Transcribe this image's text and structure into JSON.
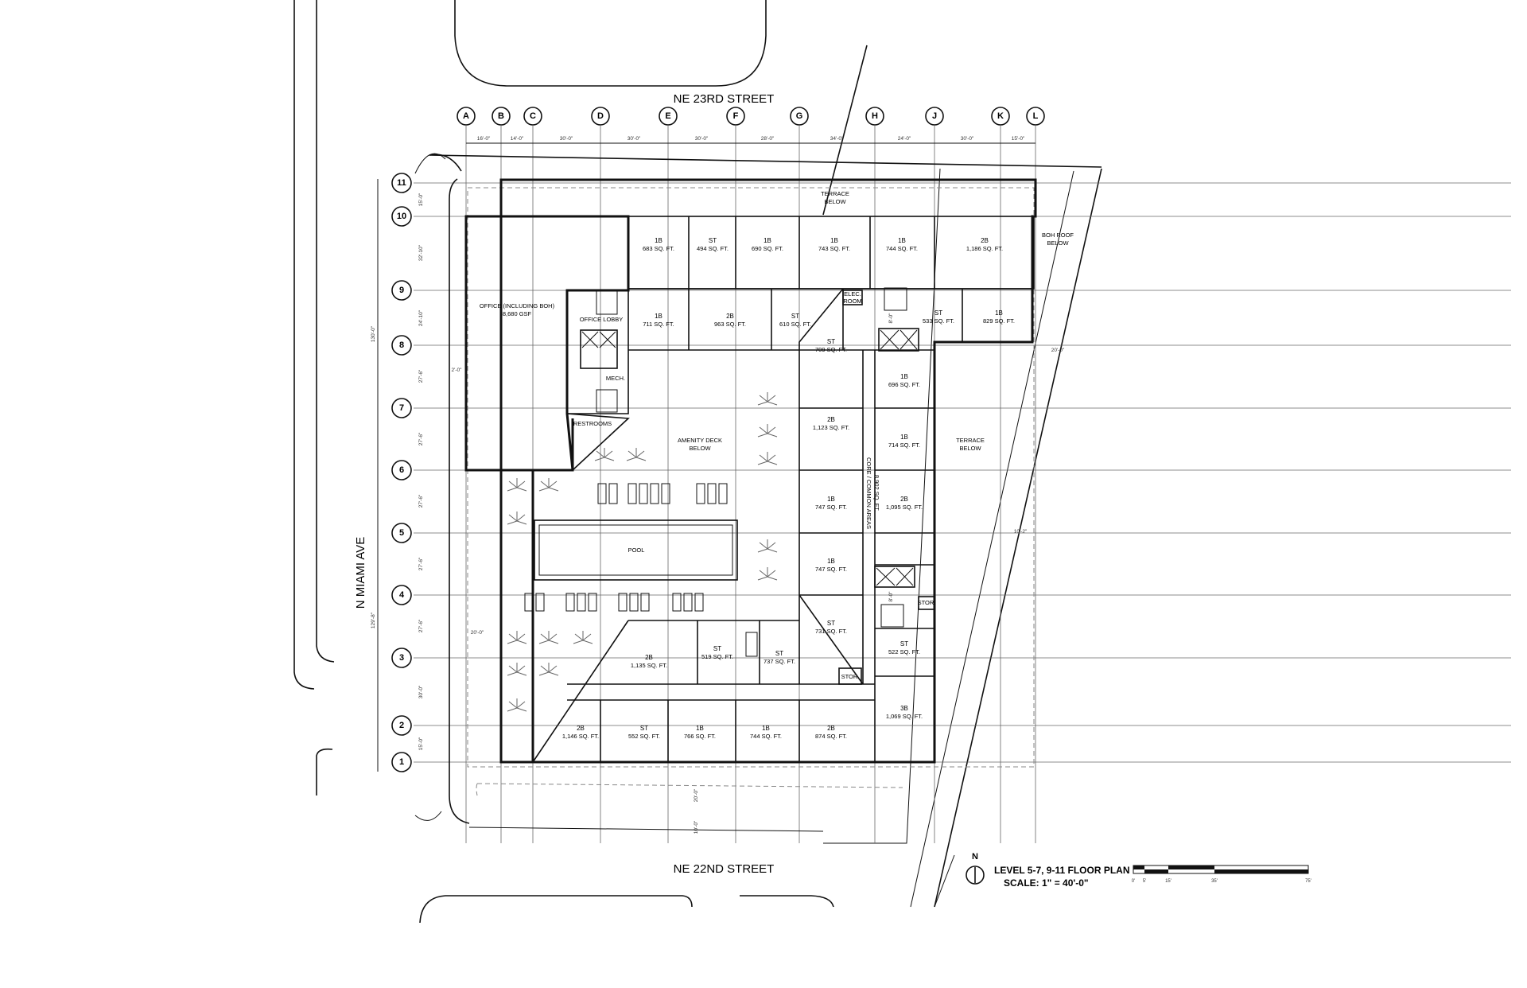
{
  "streets": {
    "north": "NE 23RD STREET",
    "south": "NE 22ND STREET",
    "west": "N MIAMI AVE"
  },
  "grid_columns": [
    "A",
    "B",
    "C",
    "D",
    "E",
    "F",
    "G",
    "H",
    "J",
    "K",
    "L"
  ],
  "grid_rows": [
    "11",
    "10",
    "9",
    "8",
    "7",
    "6",
    "5",
    "4",
    "3",
    "2",
    "1"
  ],
  "column_spacings": [
    "16'-0\"",
    "14'-0\"",
    "30'-0\"",
    "30'-0\"",
    "30'-0\"",
    "28'-0\"",
    "34'-0\"",
    "24'-0\"",
    "30'-0\"",
    "15'-0\""
  ],
  "row_dims": [
    "15'-0\"",
    "32'-10\"",
    "24'-10\"",
    "27'-6\"",
    "27'-6\"",
    "27'-6\"",
    "27'-6\"",
    "27'-6\"",
    "30'-0\"",
    "15'-0\""
  ],
  "overall_dims": {
    "upper": "130'-0\"",
    "lower": "129'-8\""
  },
  "misc_dims": {
    "setback_east": "20'-0\"",
    "setback_sw": "20'-0\"",
    "setback_s1": "20'-0\"",
    "setback_s2": "10'-0\"",
    "setback_e2": "10'-2\"",
    "pick": "2'-0\"",
    "core_gap1": "8'-0\"",
    "core_gap2": "8'-0\""
  },
  "spaces": {
    "office": {
      "name": "OFFICE (INCLUDING BOH)",
      "area": "8,680 GSF"
    },
    "office_lobby": "OFFICE LOBBY",
    "mech": "MECH.",
    "restrooms": "RESTROOMS",
    "amenity": {
      "name": "AMENITY DECK",
      "sub": "BELOW"
    },
    "pool": "POOL",
    "terrace_north": {
      "name": "TERRACE",
      "sub": "BELOW"
    },
    "terrace_east": {
      "name": "TERRACE",
      "sub": "BELOW"
    },
    "boh_roof": {
      "name": "BOH ROOF",
      "sub": "BELOW"
    },
    "corridor": {
      "name": "CORE / COMMON AREAS",
      "area": "8,902 SQ. FT."
    },
    "elec": {
      "name": "ELEC.",
      "sub": "ROOM"
    },
    "stor1": "STOR.",
    "stor2": "STOR."
  },
  "units": [
    {
      "type": "1B",
      "area": "683 SQ. FT."
    },
    {
      "type": "ST",
      "area": "494 SQ. FT."
    },
    {
      "type": "1B",
      "area": "690 SQ. FT."
    },
    {
      "type": "1B",
      "area": "743 SQ. FT."
    },
    {
      "type": "1B",
      "area": "744 SQ. FT."
    },
    {
      "type": "2B",
      "area": "1,186 SQ. FT."
    },
    {
      "type": "1B",
      "area": "711 SQ. FT."
    },
    {
      "type": "2B",
      "area": "963 SQ. FT."
    },
    {
      "type": "ST",
      "area": "610 SQ. FT."
    },
    {
      "type": "ST",
      "area": "709 SQ. FT."
    },
    {
      "type": "ST",
      "area": "533 SQ. FT."
    },
    {
      "type": "1B",
      "area": "829 SQ. FT."
    },
    {
      "type": "1B",
      "area": "696 SQ. FT."
    },
    {
      "type": "2B",
      "area": "1,123 SQ. FT."
    },
    {
      "type": "1B",
      "area": "714 SQ. FT."
    },
    {
      "type": "1B",
      "area": "747 SQ. FT."
    },
    {
      "type": "2B",
      "area": "1,095 SQ. FT."
    },
    {
      "type": "1B",
      "area": "747 SQ. FT."
    },
    {
      "type": "ST",
      "area": "731 SQ. FT."
    },
    {
      "type": "ST",
      "area": "522 SQ. FT."
    },
    {
      "type": "2B",
      "area": "1,135 SQ. FT."
    },
    {
      "type": "ST",
      "area": "519 SQ. FT."
    },
    {
      "type": "ST",
      "area": "737 SQ. FT."
    },
    {
      "type": "3B",
      "area": "1,069 SQ. FT."
    },
    {
      "type": "2B",
      "area": "1,146 SQ. FT."
    },
    {
      "type": "ST",
      "area": "552 SQ. FT."
    },
    {
      "type": "1B",
      "area": "766 SQ. FT."
    },
    {
      "type": "1B",
      "area": "744 SQ. FT."
    },
    {
      "type": "2B",
      "area": "874 SQ. FT."
    }
  ],
  "title_block": {
    "north_letter": "N",
    "title": "LEVEL 5-7, 9-11 FLOOR PLAN",
    "scale": "SCALE: 1\" = 40'-0\"",
    "scale_ticks": [
      "0'",
      "5'",
      "15'",
      "35'",
      "75'"
    ]
  }
}
